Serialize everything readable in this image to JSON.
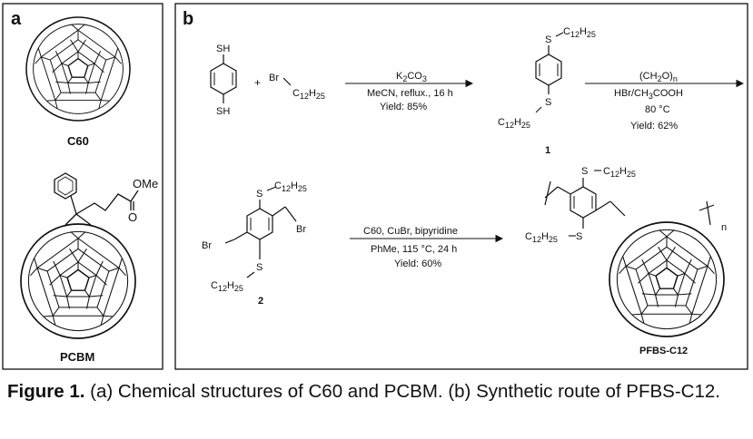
{
  "panel_a": {
    "label": "a",
    "c60_name": "C60",
    "pcbm_name": "PCBM",
    "pcbm_ome": "OMe",
    "pcbm_carbonyl_o": "O"
  },
  "panel_b": {
    "label": "b",
    "reactant_sh_top": "SH",
    "reactant_sh_bottom": "SH",
    "plus": "+",
    "bromide_br": "Br",
    "chain": "C12H25",
    "step1_reagent": "K2CO3",
    "step1_conditions": "MeCN, reflux., 16 h",
    "step1_yield": "Yield: 85%",
    "compound1": "1",
    "step2_reagent": "(CH2O)n",
    "step2_conditions": "HBr/CH3COOH",
    "step2_temp": "80 °C",
    "step2_yield": "Yield: 62%",
    "compound2": "2",
    "step3_reagent": "C60, CuBr, bipyridine",
    "step3_conditions": "PhMe, 115 °C, 24 h",
    "step3_yield": "Yield: 60%",
    "polymer_name": "PFBS-C12",
    "polymer_n": "n",
    "s_label": "S",
    "br_label": "Br"
  },
  "caption": {
    "prefix": "Figure 1.",
    "text": " (a) Chemical structures of C60 and PCBM. (b) Synthetic route of PFBS-C12."
  }
}
